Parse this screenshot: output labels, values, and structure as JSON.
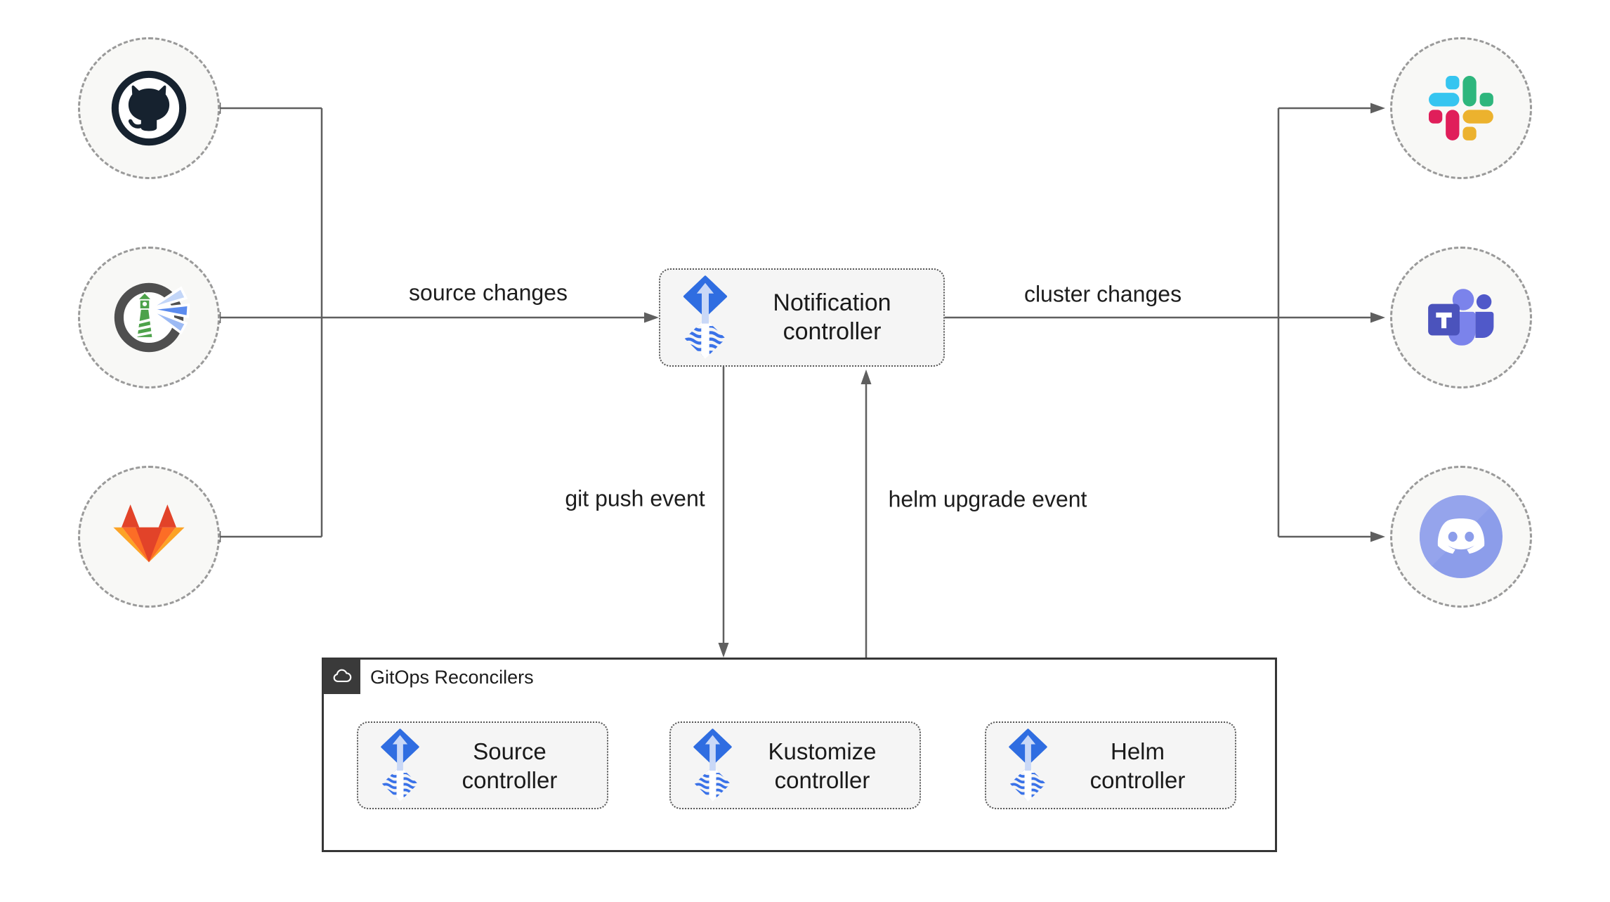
{
  "nodes": {
    "notification": {
      "label": "Notification controller"
    },
    "source": {
      "label": "Source controller"
    },
    "kustomize": {
      "label": "Kustomize controller"
    },
    "helm": {
      "label": "Helm controller"
    }
  },
  "group": {
    "title": "GitOps Reconcilers"
  },
  "edges": {
    "source_changes": "source changes",
    "cluster_changes": "cluster changes",
    "git_push_event": "git push event",
    "helm_upgrade_event": "helm upgrade event"
  },
  "icons": {
    "github": "github-icon",
    "harbor": "harbor-icon",
    "gitlab": "gitlab-icon",
    "slack": "slack-icon",
    "teams": "teams-icon",
    "discord": "discord-icon",
    "flux": "flux-icon",
    "cloud": "cloud-icon"
  },
  "colors": {
    "flux_blue": "#2f6de1",
    "flux_wave_blue": "#3a72e8",
    "flux_arrow_light": "#c9d8f7",
    "connector_gray": "#5f5f5f",
    "node_fill": "#f5f5f5",
    "circle_fill": "#f8f8f6",
    "slack_blue": "#36C5F0",
    "slack_green": "#2EB67D",
    "slack_red": "#E01E5A",
    "slack_yellow": "#ECB22E",
    "gitlab_red": "#e24329",
    "gitlab_orange": "#fc6d26",
    "gitlab_amber": "#fca326",
    "teams_indigo": "#4b53bc",
    "teams_periwinkle": "#7b83eb",
    "discord_blurple": "#8c9dea",
    "harbor_green": "#4da24a",
    "github_dark": "#16222f"
  }
}
